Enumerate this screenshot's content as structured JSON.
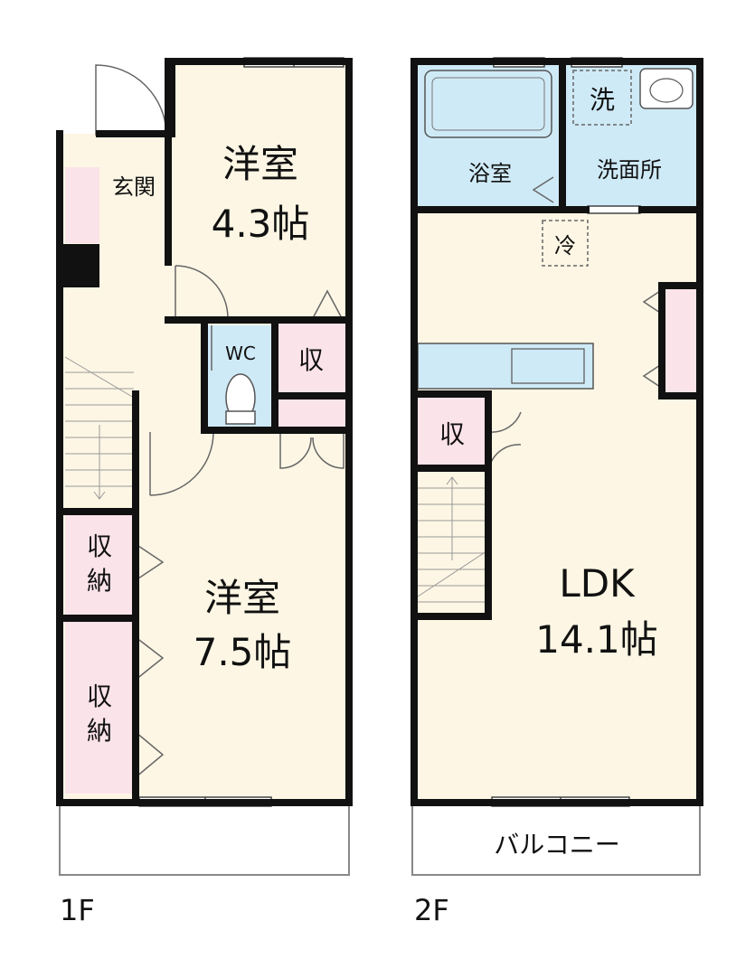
{
  "floors": [
    {
      "label": "1F",
      "rooms": {
        "entrance": "玄関",
        "western_a_name": "洋室",
        "western_a_size": "4.3帖",
        "wc": "WC",
        "storage_small": "収",
        "western_b_name": "洋室",
        "western_b_size": "7.5帖",
        "closet_top": [
          "収",
          "納"
        ],
        "closet_bottom": [
          "収",
          "納"
        ]
      }
    },
    {
      "label": "2F",
      "rooms": {
        "bath": "浴室",
        "washroom": "洗面所",
        "washer": "洗",
        "fridge": "冷",
        "storage_small": "収",
        "ldk_name": "LDK",
        "ldk_size": "14.1帖",
        "balcony": "バルコニー"
      }
    }
  ],
  "colors": {
    "wall": "#111111",
    "room_floor": "#fdf6e4",
    "wet_area": "#cfeaf7",
    "storage": "#fbe3ea",
    "outline": "#777777"
  }
}
